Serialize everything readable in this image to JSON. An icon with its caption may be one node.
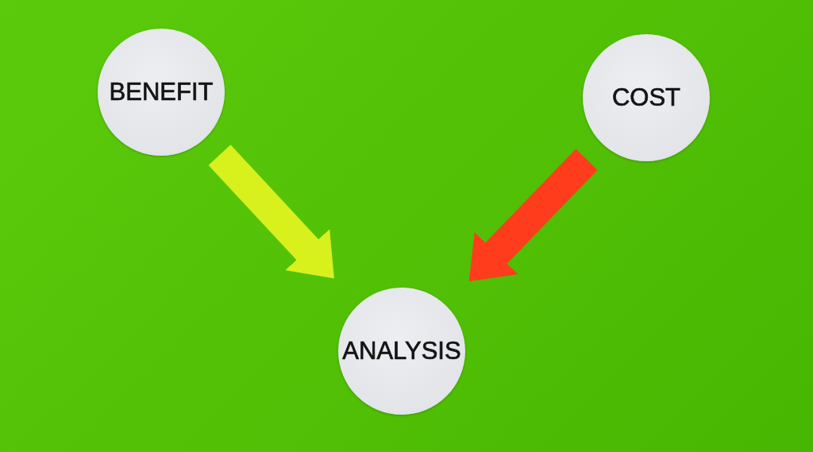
{
  "diagram": {
    "nodes": [
      {
        "text": [
          "BENEFIT"
        ]
      },
      {
        "text": [
          "COST"
        ]
      },
      {
        "text": [
          "ANALYSIS"
        ]
      }
    ],
    "edges": [
      {
        "from": 0,
        "to": 2,
        "arrow": "to",
        "color": "#d8f11c"
      },
      {
        "from": 1,
        "to": 2,
        "arrow": "to",
        "color": "#ff3d1c"
      }
    ]
  }
}
